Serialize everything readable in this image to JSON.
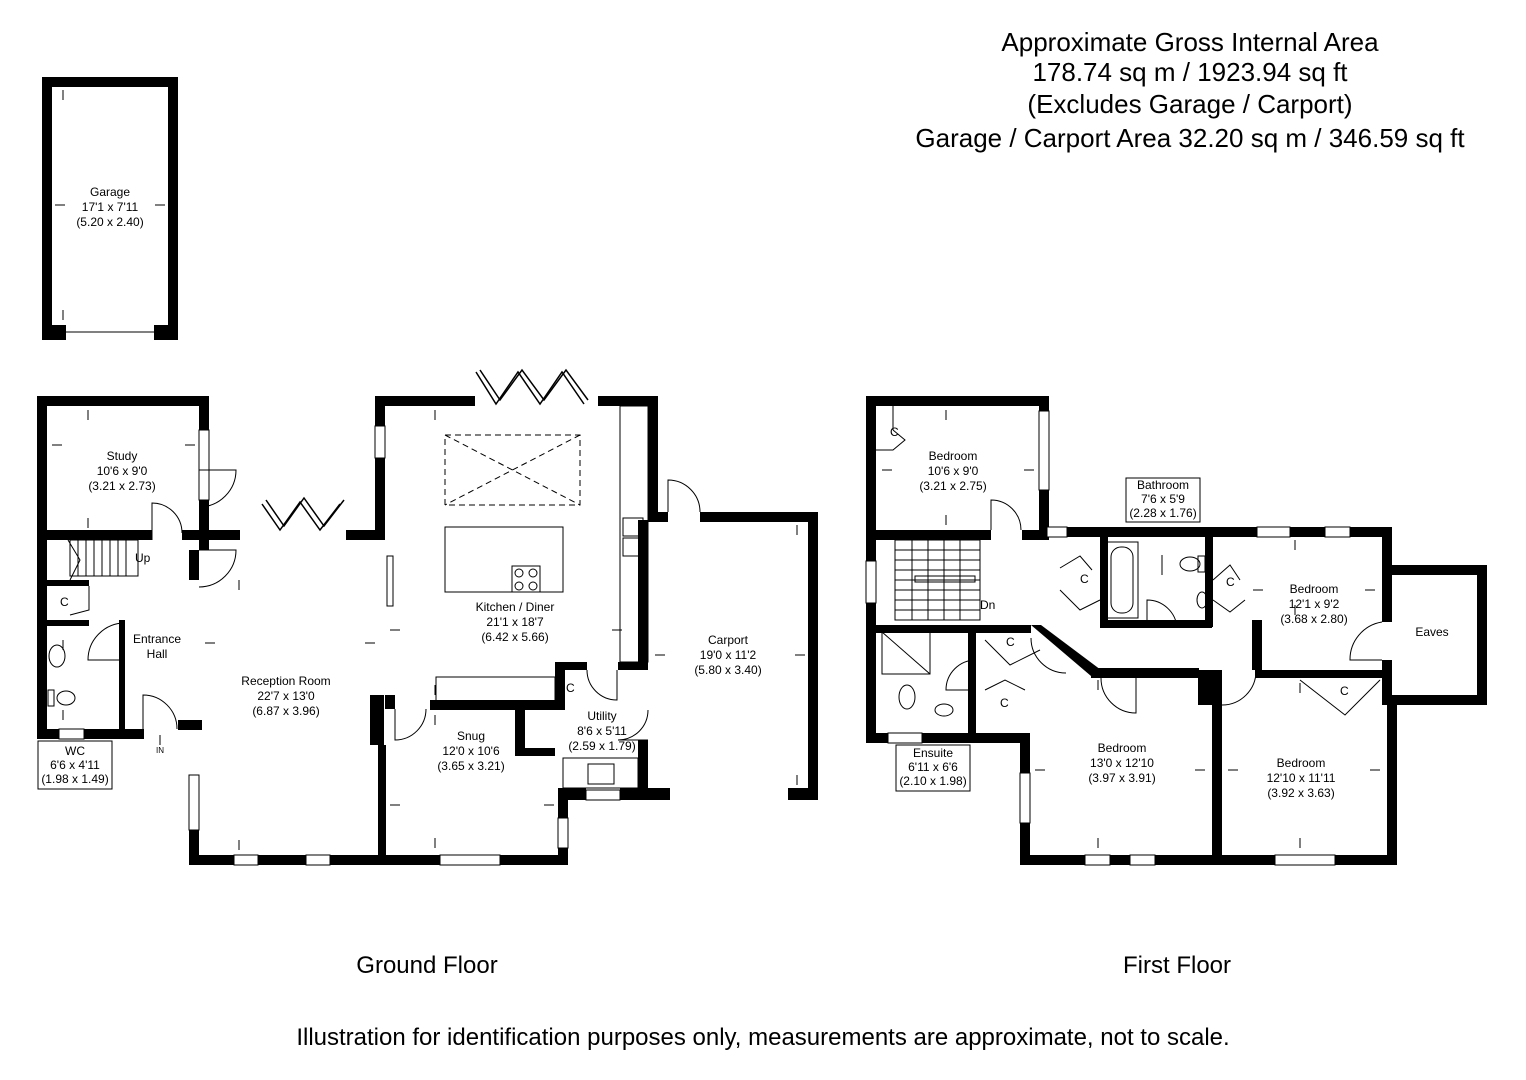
{
  "header": {
    "line1": "Approximate Gross Internal Area",
    "line2": "178.74 sq m / 1923.94 sq ft",
    "line3": "(Excludes Garage / Carport)",
    "line4": "Garage / Carport Area 32.20 sq m / 346.59 sq ft"
  },
  "rooms": {
    "garage": {
      "name": "Garage",
      "imperial": "17'1 x 7'11",
      "metric": "(5.20 x 2.40)"
    },
    "study": {
      "name": "Study",
      "imperial": "10'6 x 9'0",
      "metric": "(3.21 x 2.73)"
    },
    "entrance_hall": {
      "name": "Entrance",
      "name2": "Hall"
    },
    "wc": {
      "name": "WC",
      "imperial": "6'6 x 4'11",
      "metric": "(1.98 x 1.49)"
    },
    "reception": {
      "name": "Reception Room",
      "imperial": "22'7 x 13'0",
      "metric": "(6.87 x 3.96)"
    },
    "kitchen": {
      "name": "Kitchen / Diner",
      "imperial": "21'1 x 18'7",
      "metric": "(6.42 x 5.66)"
    },
    "snug": {
      "name": "Snug",
      "imperial": "12'0 x 10'6",
      "metric": "(3.65 x 3.21)"
    },
    "utility": {
      "name": "Utility",
      "imperial": "8'6 x 5'11",
      "metric": "(2.59 x 1.79)"
    },
    "carport": {
      "name": "Carport",
      "imperial": "19'0 x 11'2",
      "metric": "(5.80 x 3.40)"
    },
    "bedroom1": {
      "name": "Bedroom",
      "imperial": "10'6 x 9'0",
      "metric": "(3.21 x 2.75)"
    },
    "bathroom": {
      "name": "Bathroom",
      "imperial": "7'6 x 5'9",
      "metric": "(2.28 x 1.76)"
    },
    "bedroom2": {
      "name": "Bedroom",
      "imperial": "12'1 x 9'2",
      "metric": "(3.68 x 2.80)"
    },
    "eaves": {
      "name": "Eaves"
    },
    "ensuite": {
      "name": "Ensuite",
      "imperial": "6'11 x 6'6",
      "metric": "(2.10 x 1.98)"
    },
    "bedroom3": {
      "name": "Bedroom",
      "imperial": "13'0 x 12'10",
      "metric": "(3.97 x 3.91)"
    },
    "bedroom4": {
      "name": "Bedroom",
      "imperial": "12'10 x 11'11",
      "metric": "(3.92 x 3.63)"
    }
  },
  "markers": {
    "up": "Up",
    "dn": "Dn",
    "in": "IN",
    "cupboard": "C"
  },
  "floors": {
    "ground": "Ground Floor",
    "first": "First Floor"
  },
  "footer": "Illustration for identification purposes only, measurements are approximate, not to scale."
}
